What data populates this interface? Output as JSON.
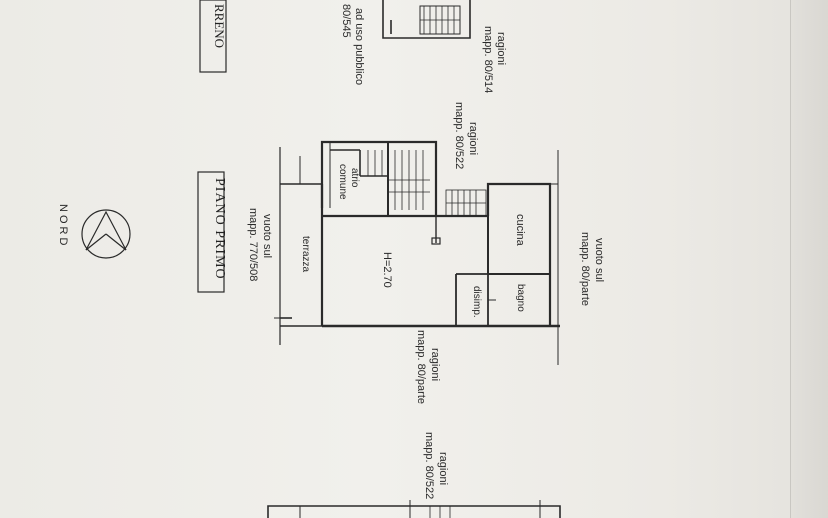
{
  "plan": {
    "title_floor": "PIANO PRIMO",
    "title_top": "RRENO",
    "north": "NORD"
  },
  "labels": {
    "ragioni_top": "ragioni",
    "mapp_top": "mapp. 80/514",
    "uso_pubblico_1": "ad uso pubblico",
    "uso_pubblico_2": "80/545",
    "ragioni_mid": "ragioni",
    "mapp_mid": "mapp. 80/522",
    "atrio_1": "atrio",
    "atrio_2": "comune",
    "cucina": "cucina",
    "vuoto_1": "vuoto sul",
    "vuoto_2": "mapp. 80/parte",
    "h_label": "H=2.70",
    "bagno": "bagno",
    "disimp": "disimp.",
    "terrazza": "terrazza",
    "vuoto_b1": "vuoto sul",
    "vuoto_b2": "mapp. 770/508",
    "ragioni_low": "ragioni",
    "mapp_low": "mapp. 80/parte",
    "ragioni_btm": "ragioni",
    "mapp_btm": "mapp. 80/522"
  },
  "colors": {
    "ink": "#2a2a2a",
    "paper": "#efeeea"
  }
}
